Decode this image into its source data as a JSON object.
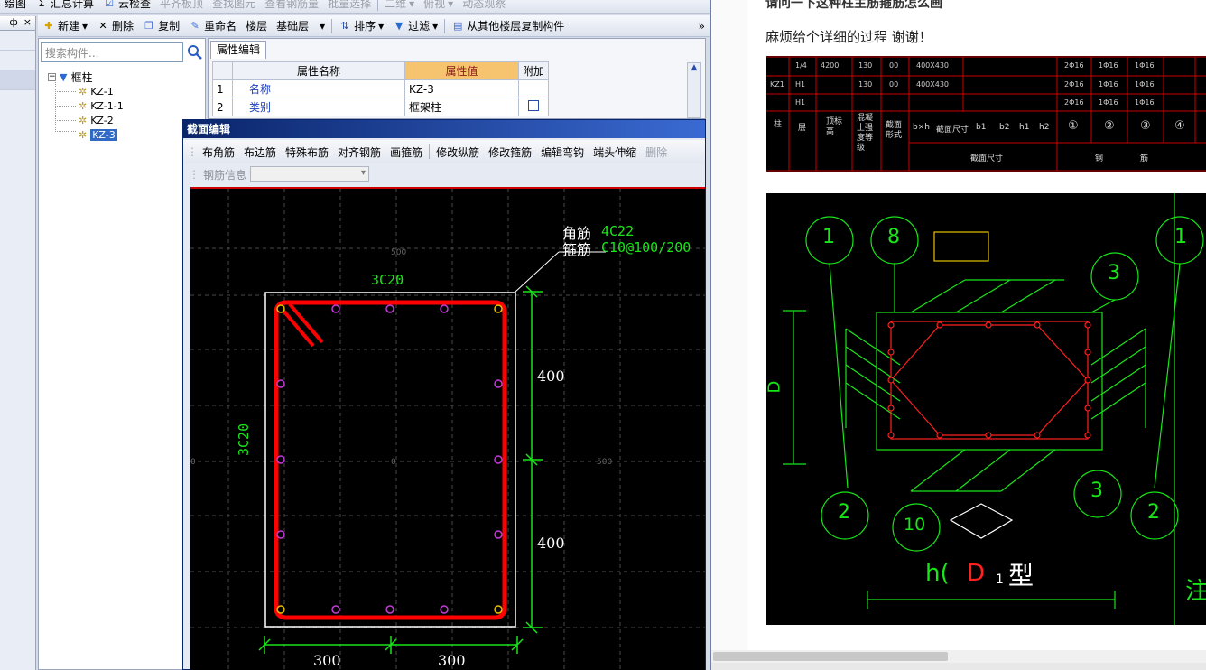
{
  "top_toolbar": {
    "items": [
      "绘图",
      "汇总计算",
      "云检查",
      "平齐板顶",
      "查找图元",
      "查看钢筋量",
      "批量选择",
      "二维",
      "俯视",
      "动态观察"
    ]
  },
  "left_strip": {
    "pin": "ф",
    "close": "×"
  },
  "comp_toolbar": {
    "new": "新建",
    "delete": "删除",
    "copy": "复制",
    "rename": "重命名",
    "floor_label": "楼层",
    "floor_value": "基础层",
    "sort": "排序",
    "filter": "过滤",
    "copy_from": "从其他楼层复制构件",
    "more": "»"
  },
  "tree": {
    "search_placeholder": "搜索构件...",
    "root": "框柱",
    "items": [
      "KZ-1",
      "KZ-1-1",
      "KZ-2",
      "KZ-3"
    ],
    "selected": "KZ-3"
  },
  "properties": {
    "tab": "属性编辑",
    "headers": [
      "属性名称",
      "属性值",
      "附加"
    ],
    "rows": [
      {
        "index": "1",
        "name": "名称",
        "value": "KZ-3"
      },
      {
        "index": "2",
        "name": "类别",
        "value": "框架柱"
      }
    ]
  },
  "section_editor": {
    "title": "截面编辑",
    "tools": [
      "布角筋",
      "布边筋",
      "特殊布筋",
      "对齐钢筋",
      "画箍筋",
      "修改纵筋",
      "修改箍筋",
      "编辑弯钩",
      "端头伸缩",
      "删除"
    ],
    "rebar_info_label": "钢筋信息",
    "canvas": {
      "corner_label": "角筋",
      "corner_value": "4C22",
      "stirrup_label": "箍筋",
      "stirrup_value": "C10@100/200",
      "top_edge": "3C20",
      "side_edge": "3C20",
      "dim_400_top": "400",
      "dim_400_bottom": "400",
      "dim_300_left": "300",
      "dim_300_right": "300",
      "grid_500_top": "500",
      "grid_500_right": "500",
      "grid_0_left": "0",
      "grid_0_center": "0"
    }
  },
  "web": {
    "title": "请问一下这种柱主筋箍筋怎么画",
    "text": "麻烦给个详细的过程 谢谢！",
    "image2": {
      "circles": [
        "1",
        "8",
        "3",
        "1",
        "2",
        "10",
        "3",
        "2"
      ],
      "bottom_label_1": "h(",
      "bottom_label_2": "D",
      "bottom_label_3": "1",
      "bottom_label_4": "型",
      "left_label": "D",
      "right_edge": "注"
    },
    "image1": {
      "rows": [
        [
          "1/4",
          "4200",
          "130",
          "00",
          "400X430",
          "2Φ16",
          "1Φ16",
          "1Φ16"
        ],
        [
          "H1",
          "",
          "130",
          "00",
          "400X430",
          "2Φ16",
          "1Φ16",
          "1Φ16"
        ],
        [
          "H1",
          "",
          "",
          "",
          "",
          "2Φ16",
          "1Φ16",
          "1Φ16"
        ]
      ],
      "row_head": "KZ1",
      "headers": [
        "柱",
        "层",
        "顶标高",
        "混凝土强度等级",
        "截面形式",
        "b×h",
        "截面尺寸",
        "b1",
        "b2",
        "h1",
        "h2",
        "①",
        "②",
        "③",
        "④"
      ],
      "footer_1": "截面尺寸",
      "footer_2": "钢",
      "footer_3": "筋"
    }
  },
  "colors": {
    "accent_red": "#ff0000",
    "rebar_green": "#19e619",
    "grid_gray": "#555555",
    "magenta": "#c23bd6"
  }
}
